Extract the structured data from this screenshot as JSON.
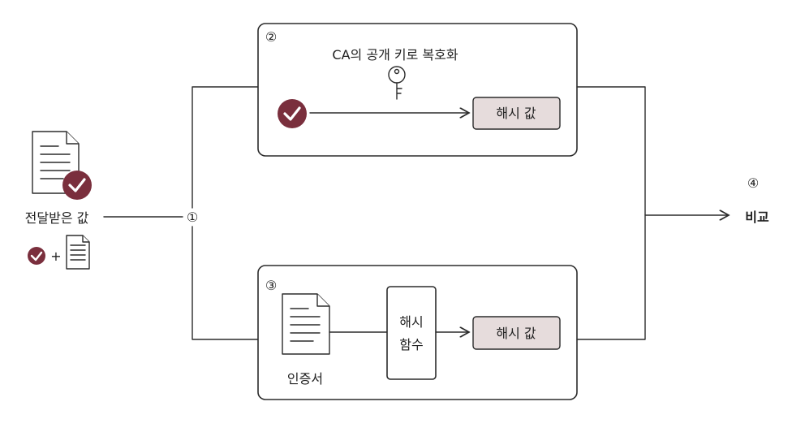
{
  "labels": {
    "step1": "①",
    "step2": "②",
    "step3": "③",
    "step4": "④",
    "received_value": "전달받은 값",
    "plus": "+",
    "ca_public_key_decrypt": "CA의 공개 키로 복호화",
    "hash_value_top": "해시 값",
    "hash_function_line1": "해시",
    "hash_function_line2": "함수",
    "hash_value_bottom": "해시 값",
    "certificate": "인증서",
    "compare": "비교"
  },
  "colors": {
    "check_badge": "#7a2f3d",
    "hash_box_fill": "#e6dcdc",
    "line": "#2b2b2b"
  },
  "icons": [
    "document-icon",
    "check-badge-icon",
    "key-icon",
    "arrow-icon"
  ]
}
